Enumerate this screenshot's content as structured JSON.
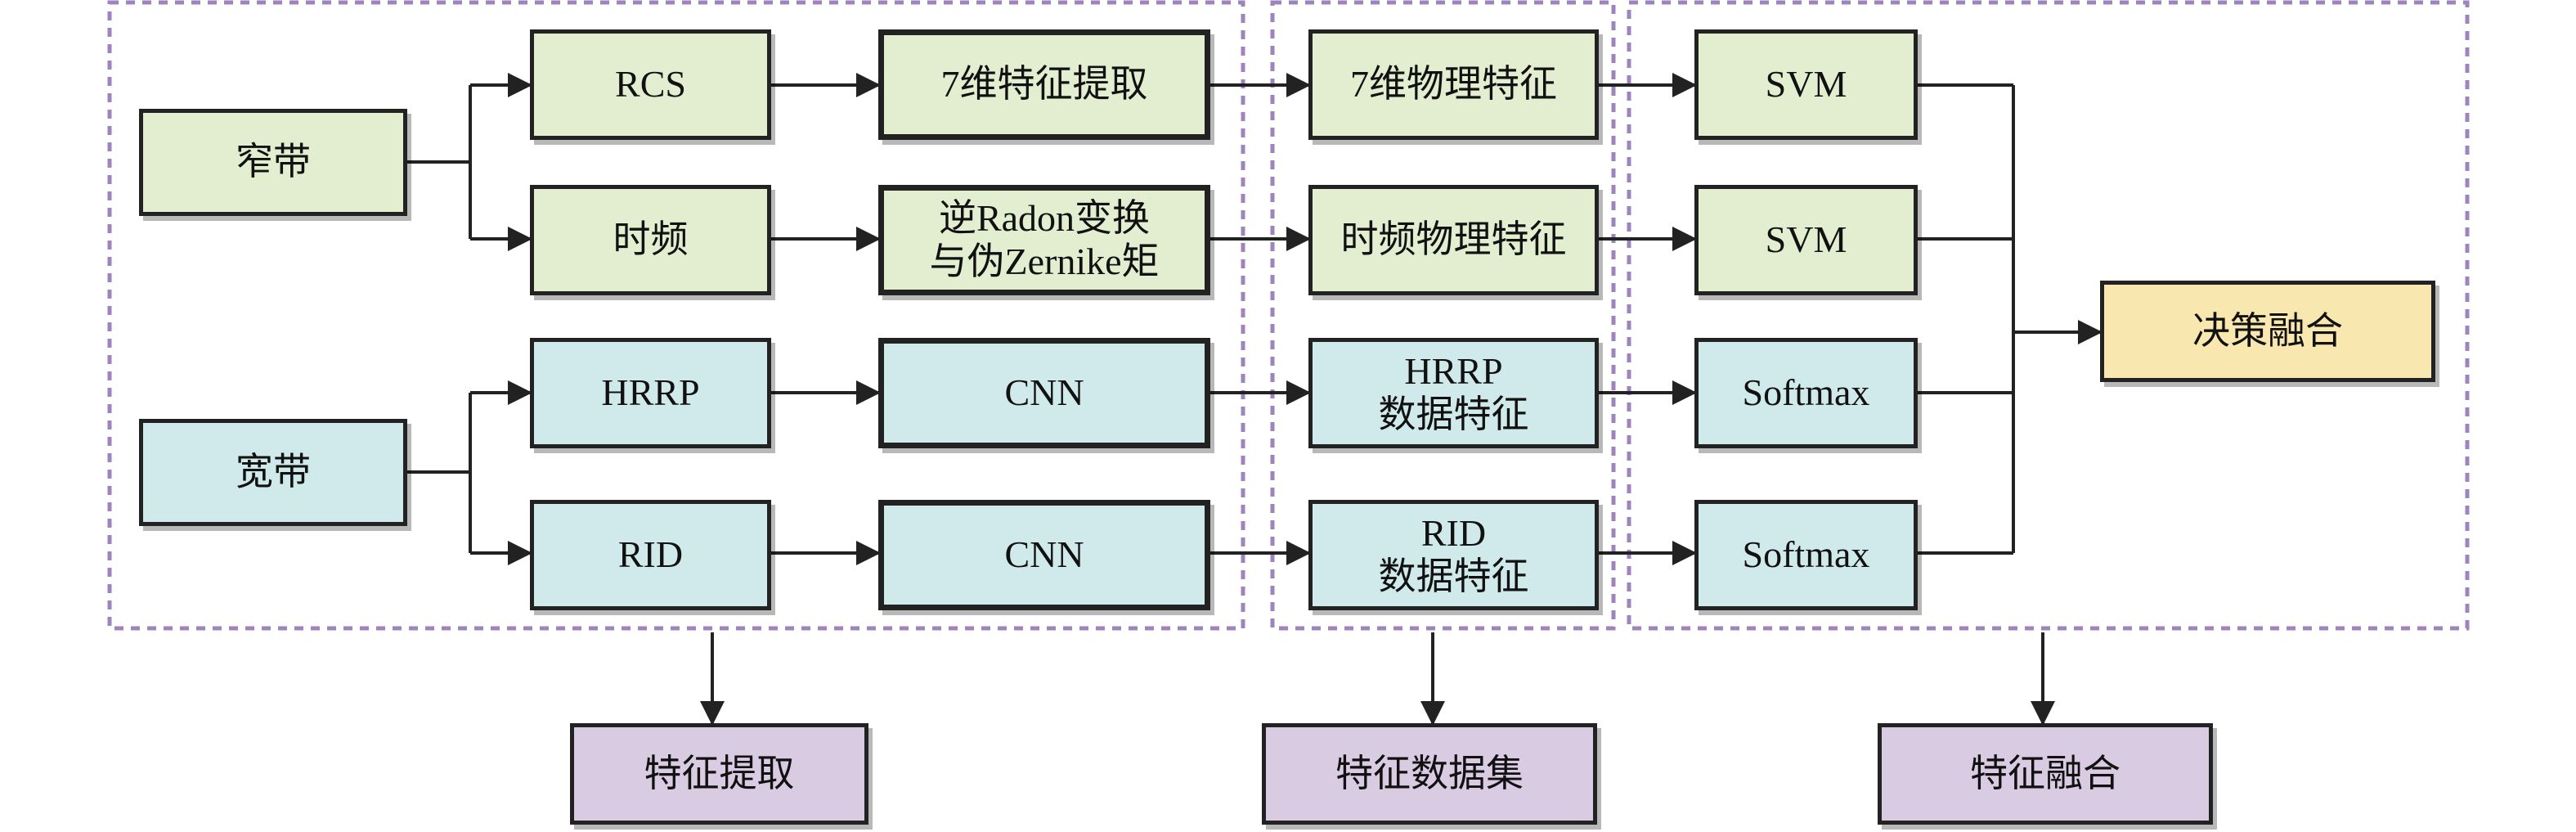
{
  "colors": {
    "narrowband_fill": "#e3edd0",
    "wideband_fill": "#d0eaeb",
    "fusion_fill": "#f9e7b0",
    "stage_label_fill": "#d9cbe2",
    "region_border": "#9e84be",
    "line": "#222222"
  },
  "sources": {
    "narrowband": "窄带",
    "wideband": "宽带"
  },
  "inputs": {
    "rcs": "RCS",
    "time_freq": "时频",
    "hrrp": "HRRP",
    "rid": "RID"
  },
  "extraction": {
    "rcs_method": "7维特征提取",
    "tf_method_line1": "逆Radon变换",
    "tf_method_line2": "与伪Zernike矩",
    "hrrp_method": "CNN",
    "rid_method": "CNN"
  },
  "features": {
    "rcs_feature": "7维物理特征",
    "tf_feature": "时频物理特征",
    "hrrp_feature_line1": "HRRP",
    "hrrp_feature_line2": "数据特征",
    "rid_feature_line1": "RID",
    "rid_feature_line2": "数据特征"
  },
  "classifiers": {
    "c1": "SVM",
    "c2": "SVM",
    "c3": "Softmax",
    "c4": "Softmax"
  },
  "fusion": {
    "decision": "决策融合"
  },
  "stages": {
    "feature_extraction": "特征提取",
    "feature_dataset": "特征数据集",
    "feature_fusion": "特征融合"
  }
}
